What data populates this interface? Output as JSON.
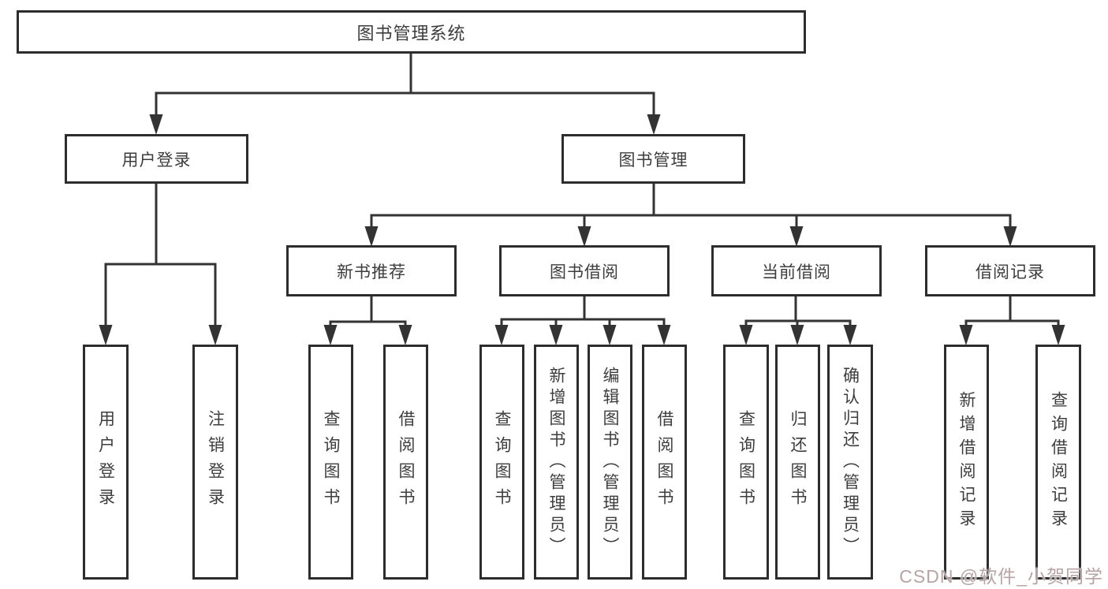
{
  "diagram": {
    "title": "图书管理系统",
    "branches": [
      {
        "label": "用户登录",
        "children": [
          "用户登录",
          "注销登录"
        ]
      },
      {
        "label": "图书管理",
        "sections": [
          {
            "label": "新书推荐",
            "children": [
              "查询图书",
              "借阅图书"
            ]
          },
          {
            "label": "图书借阅",
            "children": [
              "查询图书",
              "新增图书（管理员）",
              "编辑图书（管理员）",
              "借阅图书"
            ]
          },
          {
            "label": "当前借阅",
            "children": [
              "查询图书",
              "归还图书",
              "确认归还（管理员）"
            ]
          },
          {
            "label": "借阅记录",
            "children": [
              "新增借阅记录",
              "查询借阅记录"
            ]
          }
        ]
      }
    ]
  },
  "colors": {
    "line": "#333333",
    "box_border": "#2d2d2d",
    "text": "#3d3d3d",
    "watermark": "#b7a4a6",
    "background": "#ffffff"
  },
  "watermark": {
    "text": "CSDN @软件_小贺同学"
  }
}
